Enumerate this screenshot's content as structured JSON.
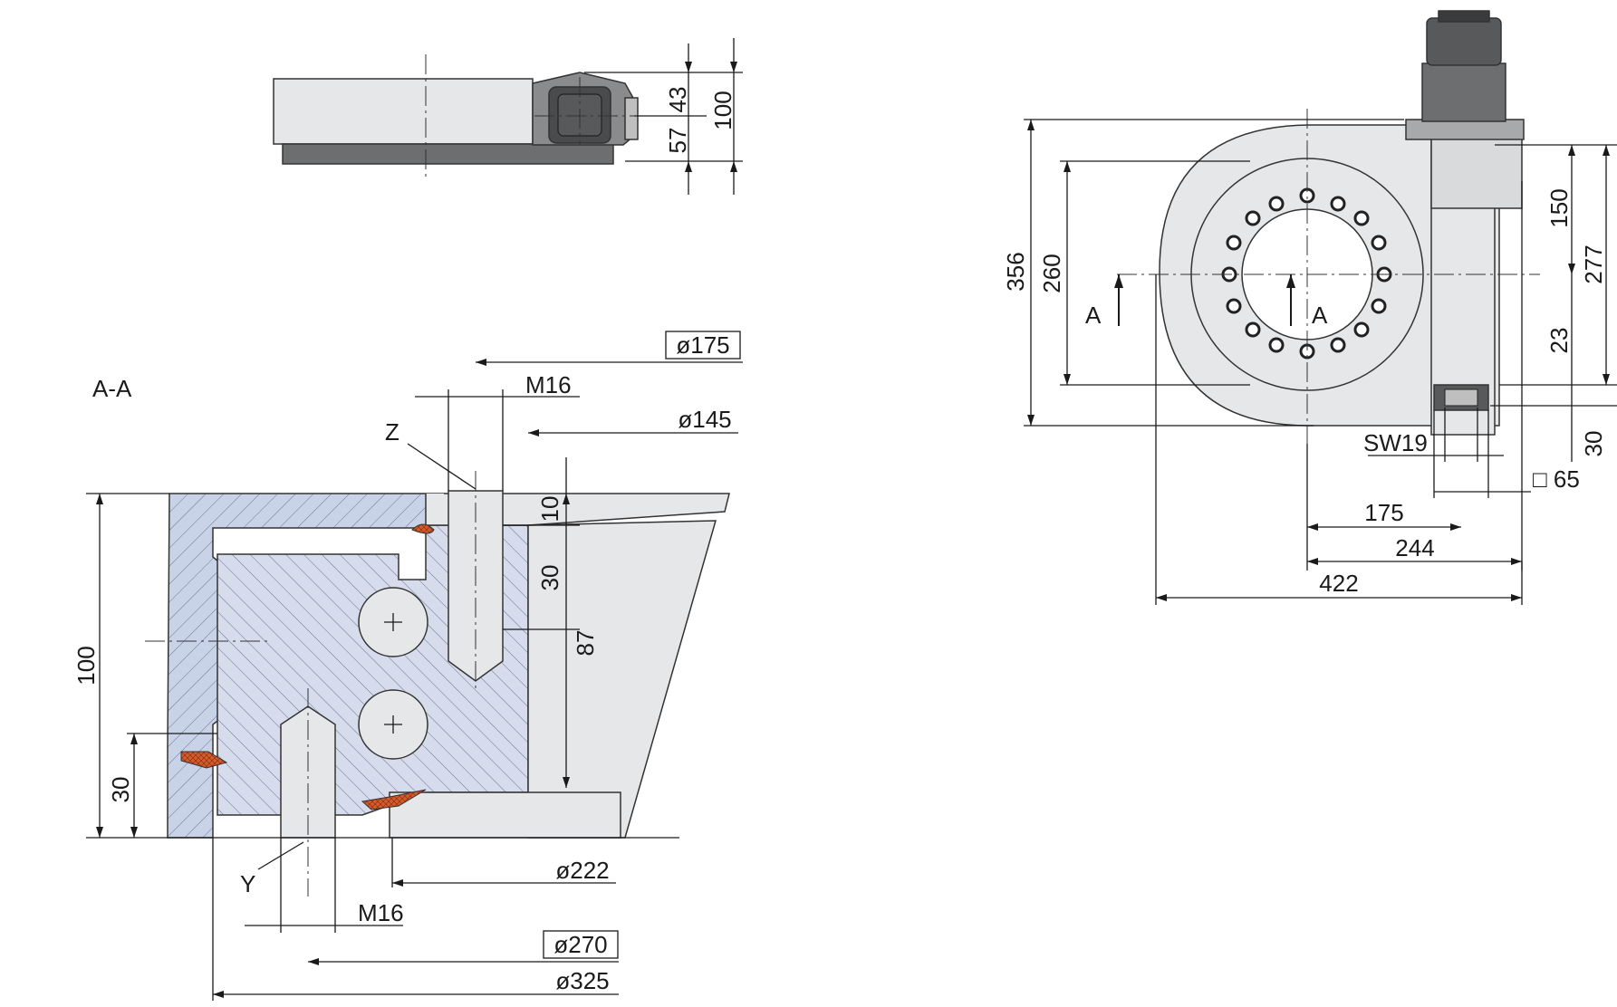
{
  "colors": {
    "housing_grey": "#e6e7e8",
    "dark_grey": "#6d6e70",
    "section_blue": "#c9d3e8",
    "seal_orange": "#d65a2a",
    "line": "#1a1a1a"
  },
  "top_view": {
    "dims": {
      "d43": "43",
      "d57": "57",
      "d100": "100"
    }
  },
  "section_view": {
    "title": "A-A",
    "labels": {
      "z": "Z",
      "y": "Y",
      "m16_top": "M16",
      "m16_bottom": "M16",
      "d175": "ø175",
      "d145": "ø145",
      "d222": "ø222",
      "d270": "ø270",
      "d325": "ø325",
      "h100": "100",
      "h30": "30",
      "h10": "10",
      "h30b": "30",
      "h87": "87"
    }
  },
  "front_view": {
    "labels": {
      "a_left": "A",
      "a_center": "A",
      "h356": "356",
      "h260": "260",
      "h150": "150",
      "h277": "277",
      "h23": "23",
      "h30": "30",
      "sw19": "SW19",
      "sq65": "□ 65",
      "w175": "175",
      "w244": "244",
      "w422": "422"
    }
  }
}
